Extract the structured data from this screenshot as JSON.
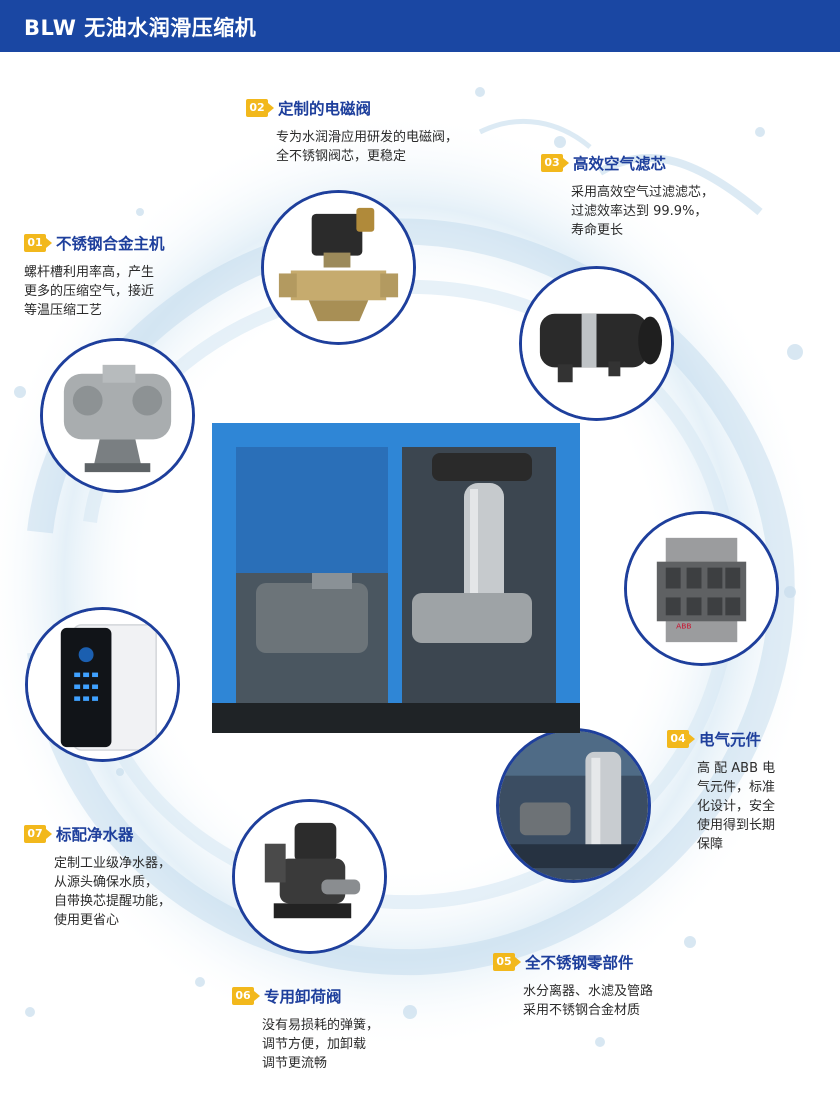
{
  "header": {
    "title": "BLW 无油水润滑压缩机"
  },
  "colors": {
    "header_bg": "#1a47a3",
    "ring": "#1e3f9c",
    "badge": "#f2b81c",
    "cabinet": "#2f86d6"
  },
  "features": [
    {
      "num": "01",
      "title": "不锈钢合金主机",
      "desc": "螺杆槽利用率高，产生\n更多的压缩空气，接近\n等温压缩工艺"
    },
    {
      "num": "02",
      "title": "定制的电磁阀",
      "desc": "专为水润滑应用研发的电磁阀，\n全不锈钢阀芯，更稳定"
    },
    {
      "num": "03",
      "title": "高效空气滤芯",
      "desc": "采用高效空气过滤滤芯，\n过滤效率达到 99.9%，\n寿命更长"
    },
    {
      "num": "04",
      "title": "电气元件",
      "desc": "高 配 ABB 电\n气元件，标准\n化设计，安全\n使用得到长期\n保障"
    },
    {
      "num": "05",
      "title": "全不锈钢零部件",
      "desc": "水分离器、水滤及管路\n采用不锈钢合金材质"
    },
    {
      "num": "06",
      "title": "专用卸荷阀",
      "desc": "没有易损耗的弹簧，\n调节方便，加卸载\n调节更流畅"
    },
    {
      "num": "07",
      "title": "标配净水器",
      "desc": "定制工业级净水器，\n从源头确保水质，\n自带换芯提醒功能，\n使用更省心"
    }
  ],
  "images": {
    "contactor_logo": "ABB"
  }
}
